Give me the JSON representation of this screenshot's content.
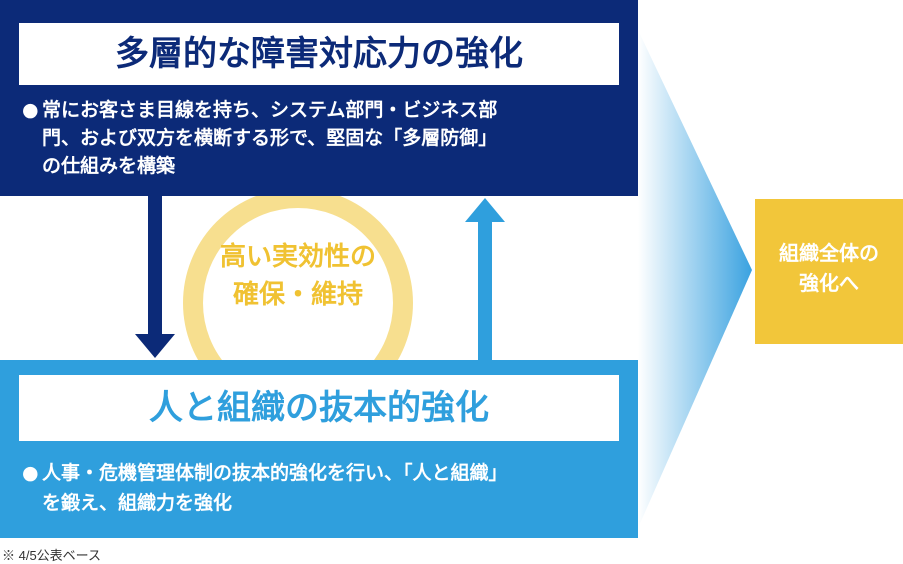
{
  "colors": {
    "navy": "#0c2a78",
    "blue": "#2f9fdd",
    "ring": "#f7df8f",
    "ring_text": "#f0c232",
    "result": "#f2c63a"
  },
  "top_box": {
    "title": "多層的な障害対応力の強化",
    "bullet_mark": "●",
    "bullet_lines": [
      "常にお客さま目線を持ち、システム部門・ビジネス部",
      "門、および双方を横断する形で、堅固な「多層防御」",
      "の仕組みを構築"
    ]
  },
  "ring": {
    "line1": "高い実効性の",
    "line2": "確保・維持"
  },
  "bottom_box": {
    "title": "人と組織の抜本的強化",
    "bullet_mark": "●",
    "bullet_lines": [
      "人事・危機管理体制の抜本的強化を行い、「人と組織」",
      "を鍛え、組織力を強化"
    ]
  },
  "result": {
    "line1": "組織全体の",
    "line2": "強化へ"
  },
  "footnote": "※ 4/5公表ベース"
}
